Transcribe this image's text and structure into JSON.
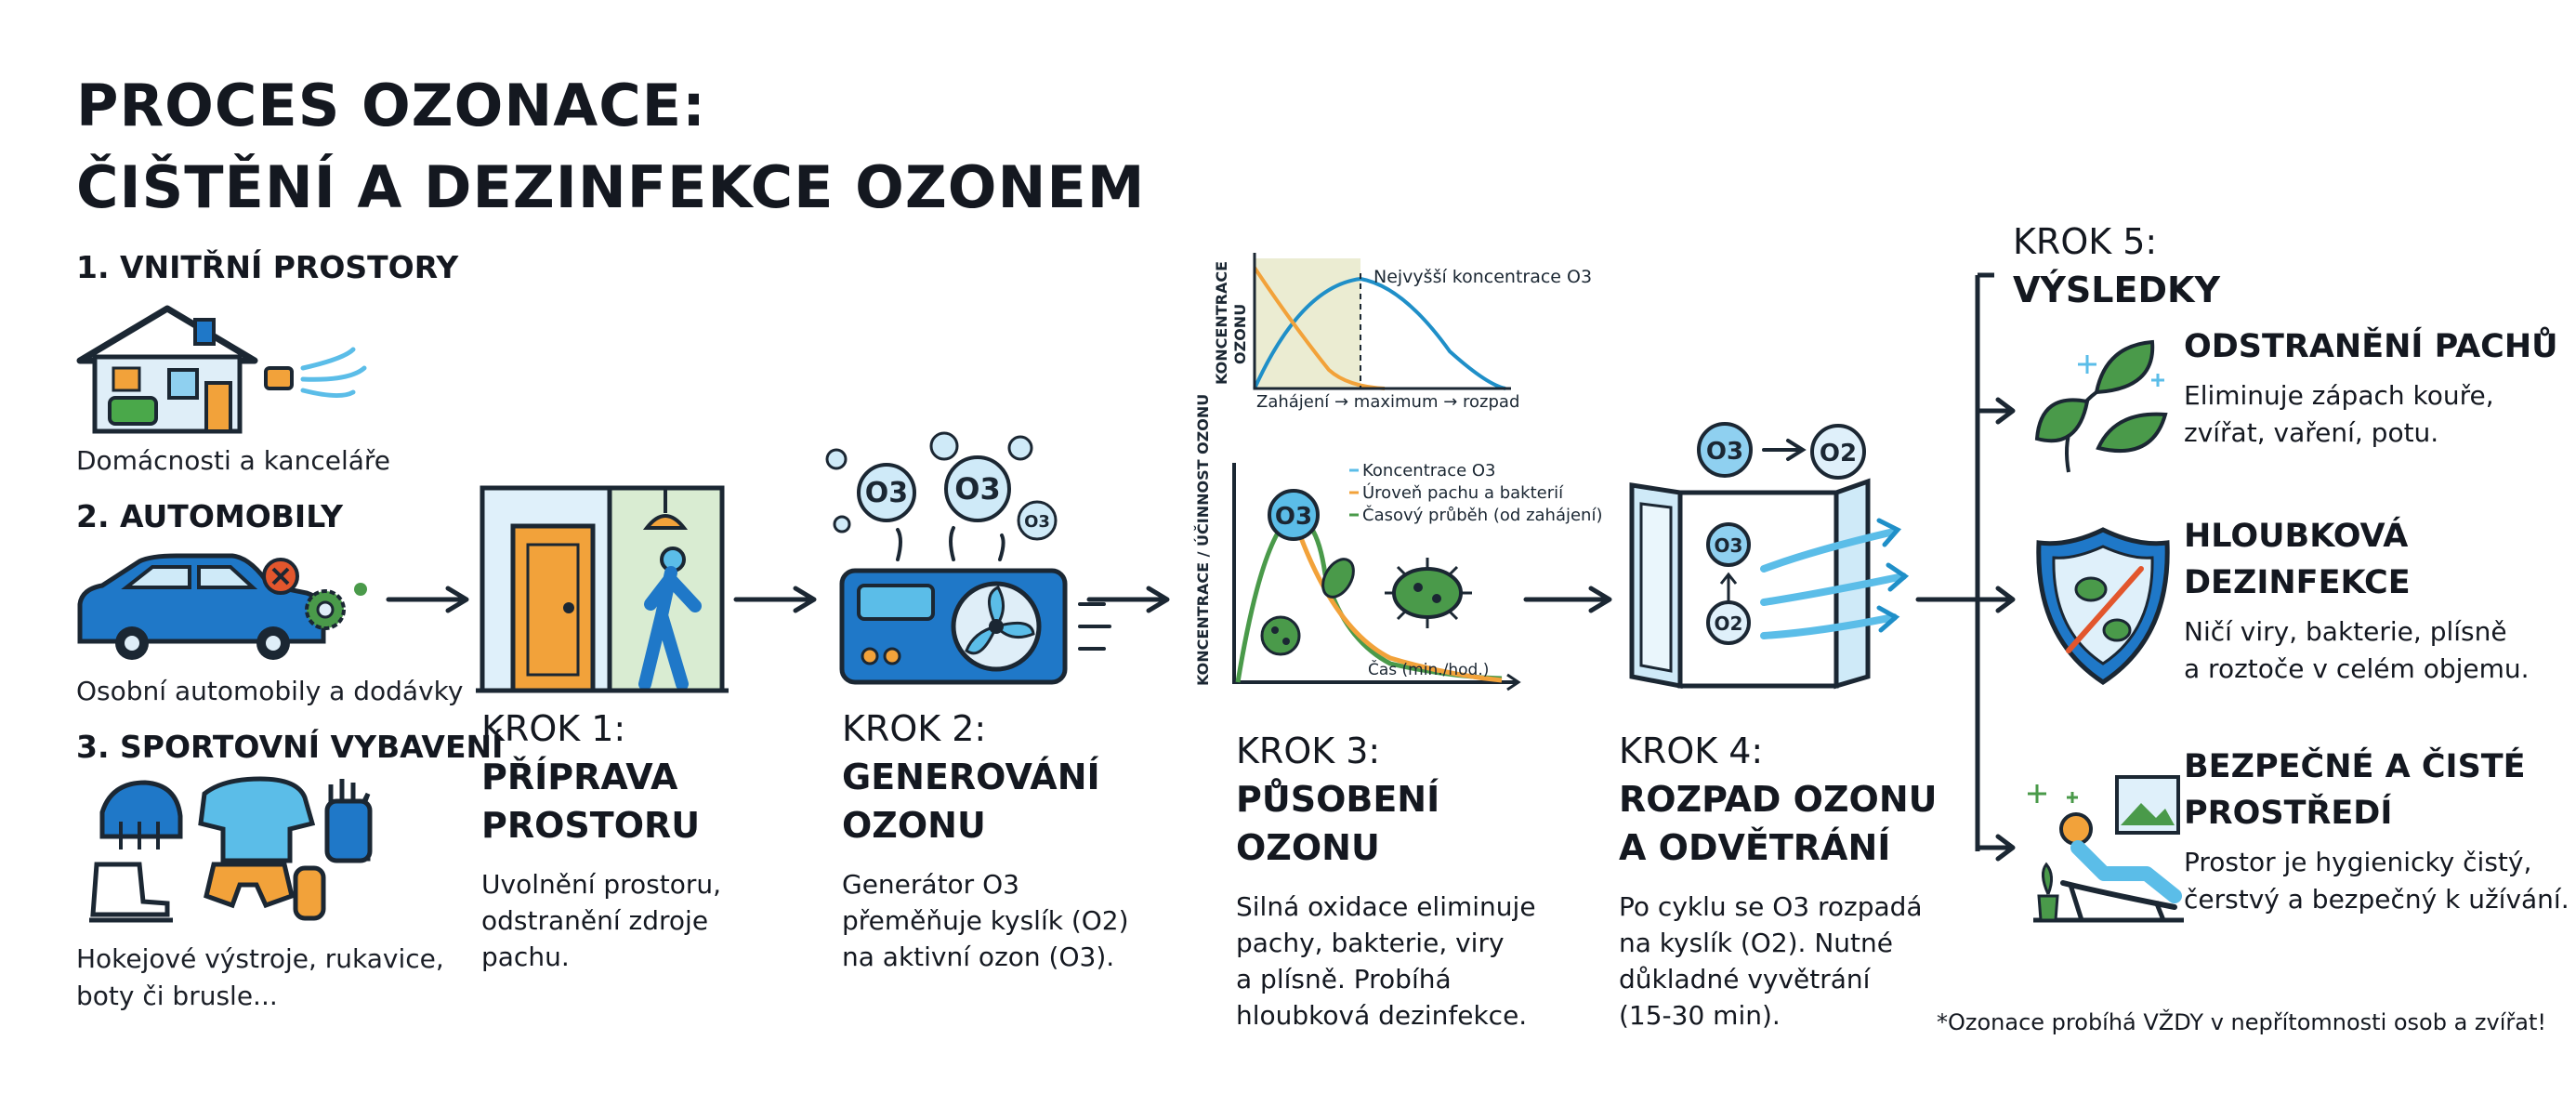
{
  "title": {
    "line1": "PROCES OZONACE:",
    "line2": "ČIŠTĚNÍ A DEZINFEKCE OZONEM"
  },
  "categories": [
    {
      "title": "1. VNITŘNÍ PROSTORY",
      "desc": "Domácnosti a kanceláře",
      "icon": "house-icon"
    },
    {
      "title": "2. AUTOMOBILY",
      "desc": "Osobní automobily a dodávky",
      "icon": "car-icon"
    },
    {
      "title": "3. SPORTOVNÍ VYBAVENÍ",
      "desc1": "Hokejové výstroje, rukavice,",
      "desc2": "boty či brusle...",
      "icon": "hockey-gear-icon"
    }
  ],
  "steps": [
    {
      "label": "KROK 1:",
      "name1": "PŘÍPRAVA",
      "name2": "PROSTORU",
      "desc": [
        "Uvolnění prostoru,",
        "odstranění zdroje",
        "pachu."
      ]
    },
    {
      "label": "KROK 2:",
      "name1": "GENEROVÁNÍ",
      "name2": "OZONU",
      "desc": [
        "Generátor O3",
        "přeměňuje kyslík (O2)",
        "na aktivní ozon (O3)."
      ]
    },
    {
      "label": "KROK 3:",
      "name1": "PŮSOBENÍ",
      "name2": "OZONU",
      "desc": [
        "Silná oxidace eliminuje",
        "pachy, bakterie, viry",
        "a plísně. Probíhá",
        "hloubková dezinfekce."
      ]
    },
    {
      "label": "KROK 4:",
      "name1": "ROZPAD OZONU",
      "name2": "A ODVĚTRÁNÍ",
      "desc": [
        "Po cyklu se O3 rozpadá",
        "na kyslík (O2). Nutné",
        "důkladné vyvětrání",
        "(15-30 min)."
      ]
    },
    {
      "label": "KROK 5:",
      "name1": "VÝSLEDKY"
    }
  ],
  "results": [
    {
      "title1": "ODSTRANĚNÍ PACHŮ",
      "desc": [
        "Eliminuje zápach kouře,",
        "zvířat, vaření, potu."
      ],
      "icon": "leaves-icon"
    },
    {
      "title1": "HLOUBKOVÁ",
      "title2": "DEZINFEKCE",
      "desc": [
        "Ničí viry, bakterie, plísně",
        "a roztoče v celém objemu."
      ],
      "icon": "shield-icon"
    },
    {
      "title1": "BEZPEČNÉ A ČISTÉ",
      "title2": "PROSTŘEDÍ",
      "desc": [
        "Prostor je hygienicky čistý,",
        "čerstvý a bezpečný k užívání."
      ],
      "icon": "relaxing-person-icon"
    }
  ],
  "top_chart": {
    "ylabel1": "KONCENTRACE",
    "ylabel2": "OZONU",
    "annotation": "Nejvyšší koncentrace O3",
    "xlabel": "Zahájení → maximum → rozpad"
  },
  "main_chart": {
    "ylabel": "KONCENTRACE / ÚČINNOST OZONU",
    "xlabel": "Čas (min./hod.)",
    "legend": [
      "Koncentrace O3",
      "Úroveň pachu a bakterií",
      "Časový průběh (od zahájení)"
    ],
    "bubble": "O3"
  },
  "molecules": {
    "o3": "O3",
    "o2": "O2"
  },
  "footnote": "*Ozonace probíhá VŽDY v nepřítomnosti osob a zvířat!",
  "colors": {
    "blue": "#1f78c8",
    "light_blue": "#5bbde8",
    "orange": "#f2a23a",
    "green": "#4a9a4a",
    "dark": "#1b2733",
    "red": "#e2562d"
  }
}
